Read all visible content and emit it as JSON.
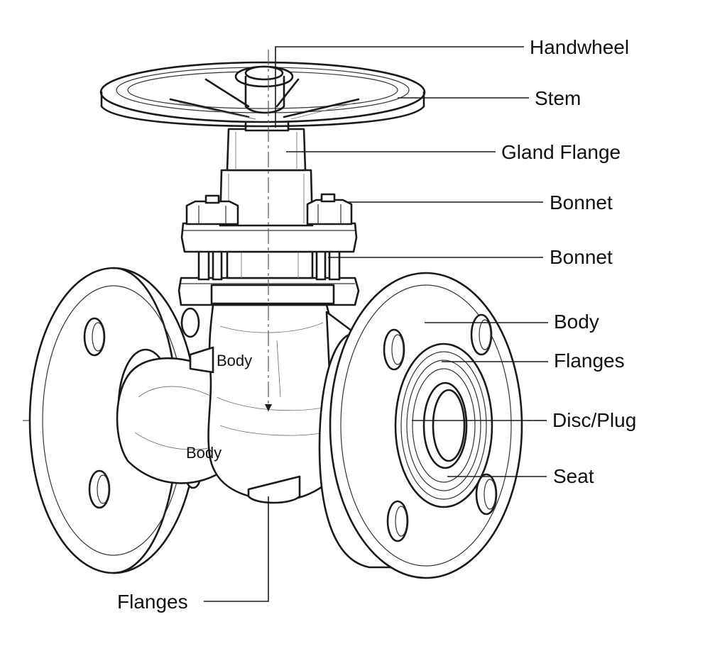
{
  "labels": {
    "handwheel": "Handwheel",
    "stem": "Stem",
    "gland_flange": "Gland Flange",
    "bonnet_top": "Bonnet",
    "bonnet_lower": "Bonnet",
    "body_right": "Body",
    "flanges_right": "Flanges",
    "disc_plug": "Disc/Plug",
    "seat": "Seat",
    "body_inner_upper": "Body",
    "body_inner_lower": "Body",
    "flanges_bottom": "Flanges"
  },
  "colors": {
    "ink": "#1a1a1a",
    "background": "#ffffff"
  }
}
